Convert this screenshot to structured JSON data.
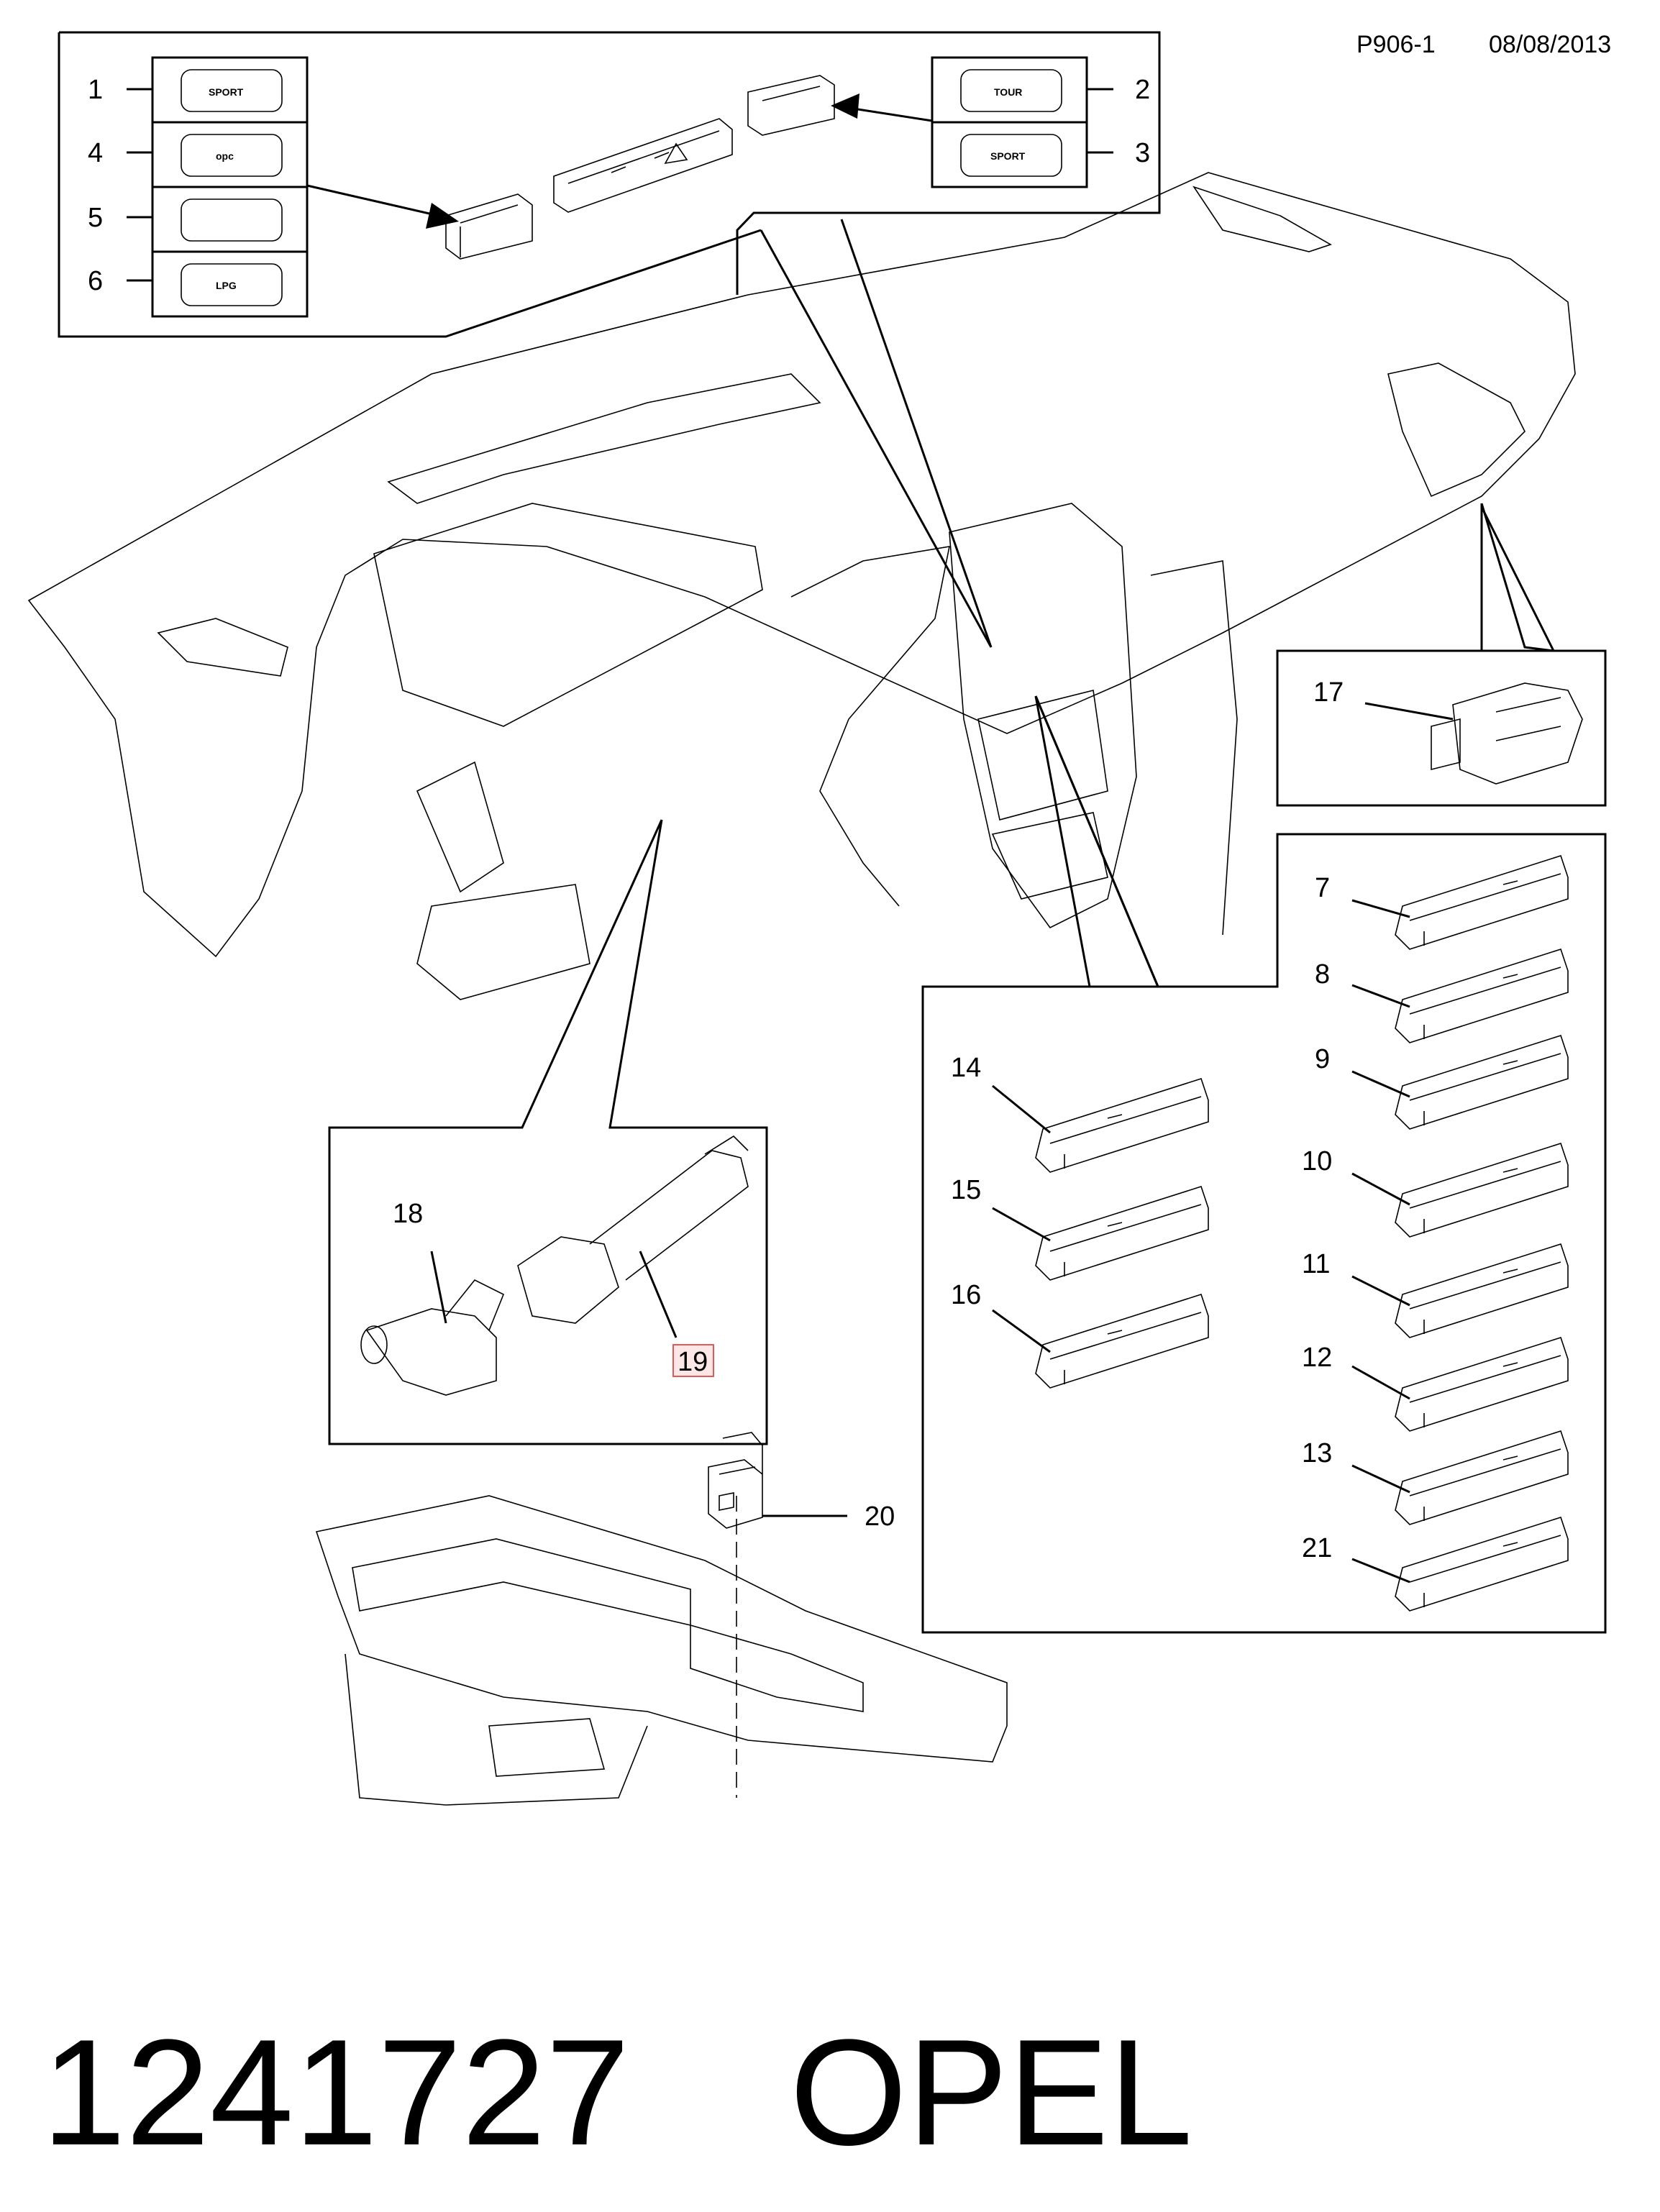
{
  "header": {
    "ref": "P906-1",
    "date": "08/08/2013"
  },
  "footer": {
    "part_number": "1241727",
    "brand": "OPEL"
  },
  "callouts": [
    "1",
    "2",
    "3",
    "4",
    "5",
    "6",
    "7",
    "8",
    "9",
    "10",
    "11",
    "12",
    "13",
    "14",
    "15",
    "16",
    "17",
    "18",
    "19",
    "20",
    "21"
  ],
  "highlighted_callout": "19",
  "button_labels": {
    "sport": "SPORT",
    "tour": "TOUR",
    "opc": "opc",
    "lpg": "LPG"
  },
  "colors": {
    "highlight_border": "#e05a5a",
    "highlight_fill": "#fde6e6",
    "ink": "#000000"
  }
}
